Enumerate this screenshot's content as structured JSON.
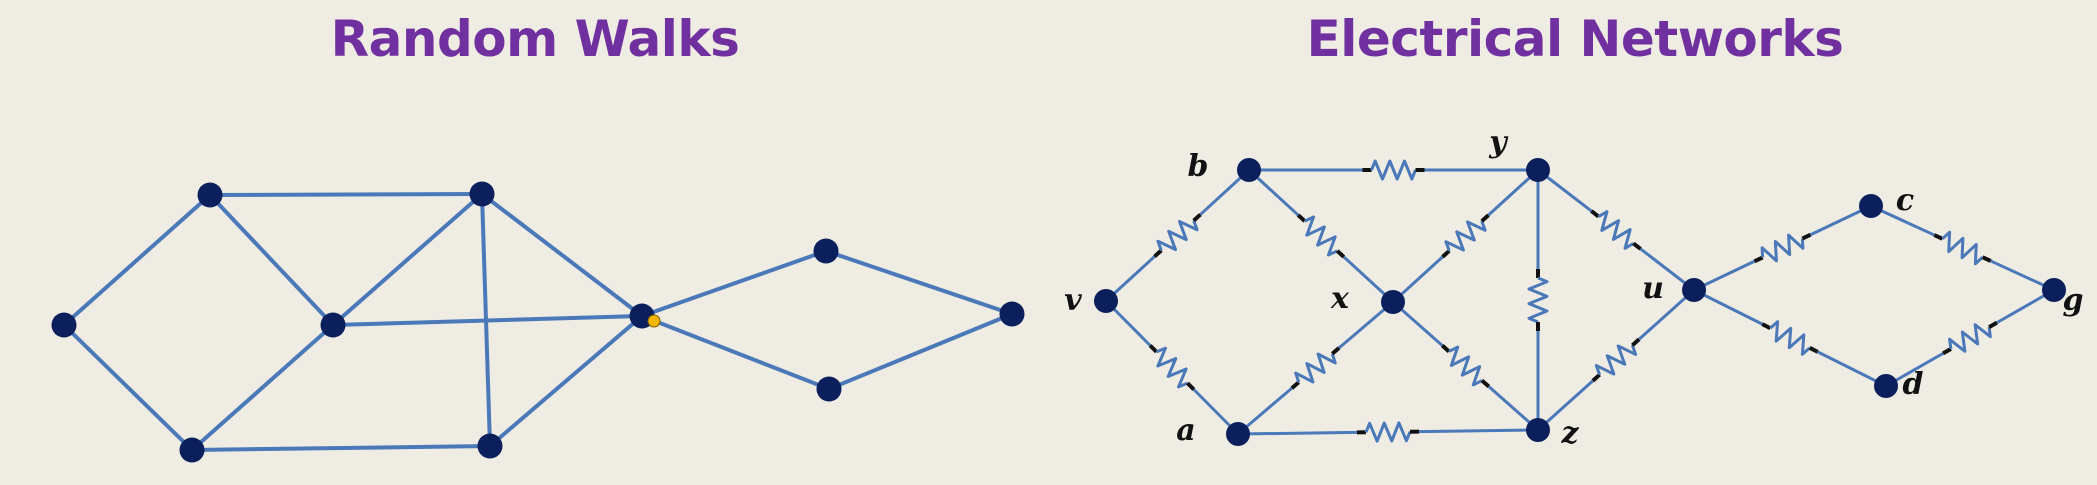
{
  "titles": {
    "left": "Random Walks",
    "right": "Electrical Networks"
  },
  "colors": {
    "background": "#efede3",
    "title": "#7030a0",
    "edge": "#4a78b8",
    "node": "#0a1f5c",
    "walker": "#f2b705",
    "lead": "#111111"
  },
  "random_walk": {
    "nodes": [
      "n1",
      "n2",
      "n3",
      "n4",
      "n5",
      "n6",
      "n7",
      "n8",
      "n9",
      "n10"
    ],
    "edges": [
      [
        "n1",
        "n2"
      ],
      [
        "n1",
        "n3"
      ],
      [
        "n2",
        "n4"
      ],
      [
        "n2",
        "n5"
      ],
      [
        "n3",
        "n5"
      ],
      [
        "n3",
        "n6"
      ],
      [
        "n4",
        "n5"
      ],
      [
        "n4",
        "n6"
      ],
      [
        "n5",
        "n7"
      ],
      [
        "n4",
        "n7"
      ],
      [
        "n6",
        "n7"
      ],
      [
        "n7",
        "n8"
      ],
      [
        "n7",
        "n9"
      ],
      [
        "n8",
        "n10"
      ],
      [
        "n9",
        "n10"
      ]
    ],
    "walker_at": "n7"
  },
  "electrical_network": {
    "nodes": [
      {
        "id": "v",
        "label": "v"
      },
      {
        "id": "b",
        "label": "b"
      },
      {
        "id": "a",
        "label": "a"
      },
      {
        "id": "x",
        "label": "x"
      },
      {
        "id": "y",
        "label": "y"
      },
      {
        "id": "z",
        "label": "z"
      },
      {
        "id": "u",
        "label": "u"
      },
      {
        "id": "c",
        "label": "c"
      },
      {
        "id": "d",
        "label": "d"
      },
      {
        "id": "g",
        "label": "g"
      }
    ],
    "resistors": [
      [
        "v",
        "b"
      ],
      [
        "v",
        "a"
      ],
      [
        "b",
        "y"
      ],
      [
        "b",
        "x"
      ],
      [
        "a",
        "x"
      ],
      [
        "a",
        "z"
      ],
      [
        "x",
        "y"
      ],
      [
        "x",
        "z"
      ],
      [
        "y",
        "z"
      ],
      [
        "y",
        "u"
      ],
      [
        "z",
        "u"
      ],
      [
        "u",
        "c"
      ],
      [
        "u",
        "d"
      ],
      [
        "c",
        "g"
      ],
      [
        "d",
        "g"
      ]
    ]
  }
}
